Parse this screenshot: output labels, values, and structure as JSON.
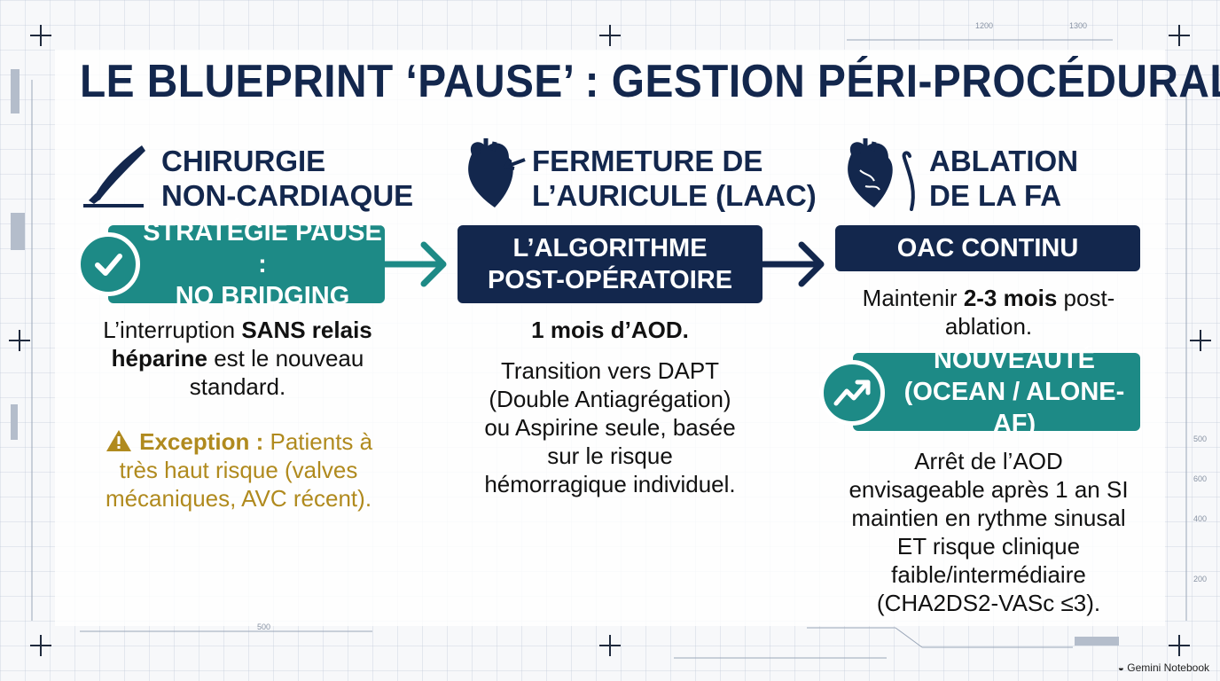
{
  "title": "LE BLUEPRINT ‘PAUSE’ : GESTION PÉRI-PROCÉDURALE",
  "columns": [
    {
      "heading": "CHIRURGIE\nNON-CARDIAQUE",
      "icon": "scalpel-icon",
      "box_label": "STRATÉGIE PAUSE :\nNO BRIDGING",
      "box_color": "#1d8a86",
      "body": {
        "pre": "L’interruption ",
        "bold1": "SANS relais",
        "mid": "héparine",
        "post": " est le nouveau standard."
      },
      "exception": {
        "label": "Exception :",
        "text": " Patients à très haut risque (valves mécaniques, AVC récent)."
      }
    },
    {
      "heading": "FERMETURE DE\nL’AURICULE (LAAC)",
      "icon": "heart-appendage-icon",
      "box_label": "L’ALGORITHME\nPOST-OPÉRATOIRE",
      "box_color": "#13274d",
      "lead": "1 mois d’AOD.",
      "body_text": "Transition vers DAPT (Double Antiagrégation) ou Aspirine seule, basée sur le risque hémorragique individuel."
    },
    {
      "heading": "ABLATION\nDE LA FA",
      "icon": "heart-catheter-icon",
      "box_label": "OAC CONTINU",
      "box_color": "#13274d",
      "body": {
        "pre": "Maintenir ",
        "bold": "2-3 mois",
        "post": " post-ablation."
      },
      "new_box_label": "NOUVEAUTÉ\n(OCEAN / ALONE-AF)",
      "new_body": "Arrêt de l’AOD envisageable après 1 an SI maintien en rythme sinusal ET risque clinique faible/intermédiaire (CHA2DS2-VASc ≤3)."
    }
  ],
  "colors": {
    "navy": "#13274d",
    "teal": "#1d8a86",
    "gold": "#b08a1e"
  },
  "brand": "Gemini Notebook"
}
